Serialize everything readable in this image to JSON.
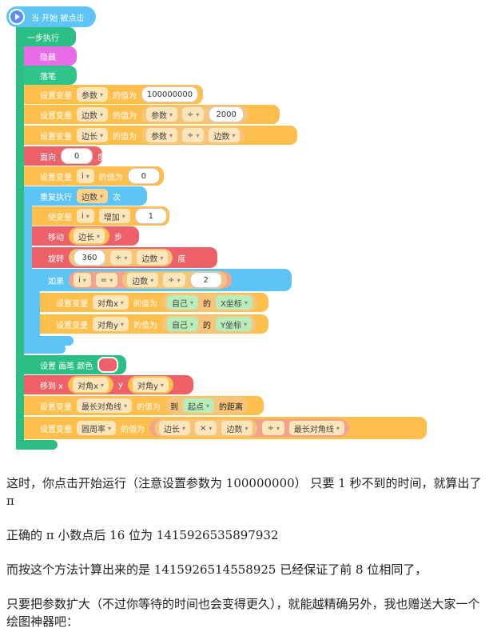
{
  "hat": {
    "label": "当 开始 被点击"
  },
  "steps": {
    "label": "一步执行"
  },
  "hide": {
    "label": "隐藏"
  },
  "pendown": {
    "label": "落笔"
  },
  "set1": {
    "label": "设置变量",
    "var": "参数",
    "mid": "的值为",
    "value": "100000000"
  },
  "set2": {
    "label": "设置变量",
    "var": "边数",
    "mid": "的值为",
    "a": "参数",
    "op": "÷",
    "b": "2000"
  },
  "set3": {
    "label": "设置变量",
    "var": "边长",
    "mid": "的值为",
    "a": "参数",
    "op": "÷",
    "b": "边数"
  },
  "face": {
    "label": "面向",
    "value": "0",
    "unit": "度"
  },
  "set4": {
    "label": "设置变量",
    "var": "i",
    "mid": "的值为",
    "value": "0"
  },
  "repeat": {
    "label": "重复执行",
    "var": "边数",
    "unit": "次"
  },
  "inc": {
    "label": "使变量",
    "var": "i",
    "mid": "增加",
    "value": "1"
  },
  "move": {
    "label": "移动",
    "var": "边长",
    "unit": "步"
  },
  "rotate": {
    "label": "旋转",
    "a": "360",
    "op": "÷",
    "b": "边数",
    "unit": "度"
  },
  "ifb": {
    "label": "如果",
    "a": "i",
    "op": "=",
    "b": "边数",
    "op2": "÷",
    "c": "2"
  },
  "setx": {
    "label": "设置变量",
    "var": "对角x",
    "mid": "的值为",
    "a": "自己",
    "of": "的",
    "b": "X坐标"
  },
  "sety": {
    "label": "设置变量",
    "var": "对角y",
    "mid": "的值为",
    "a": "自己",
    "of": "的",
    "b": "Y坐标"
  },
  "pen": {
    "label": "设置 画笔 颜色",
    "color": "#ef6169"
  },
  "goto": {
    "label": "移到 x",
    "x": "对角x",
    "ylabel": "y",
    "y": "对角y"
  },
  "set5": {
    "label": "设置变量",
    "var": "最长对角线",
    "mid": "的值为",
    "to": "到",
    "target": "起点",
    "dist": "的距离"
  },
  "set6": {
    "label": "设置变量",
    "var": "圆周率",
    "mid": "的值为",
    "a": "边长",
    "op": "×",
    "b": "边数",
    "op2": "÷",
    "c": "最长对角线"
  },
  "text": {
    "p1": "这时，你点击开始运行（注意设置参数为 100000000） 只要 1 秒不到的时间，就算出了 π",
    "p2": "正确的 π 小数点后 16 位为 1415926535897932",
    "p3": "而按这个方法计算出来的是 1415926514558925 已经保证了前 8 位相同了，",
    "p4": "只要把参数扩大（不过你等待的时间也会变得更久），就能越精确另外，我也赠送大家一个绘图神器吧："
  }
}
